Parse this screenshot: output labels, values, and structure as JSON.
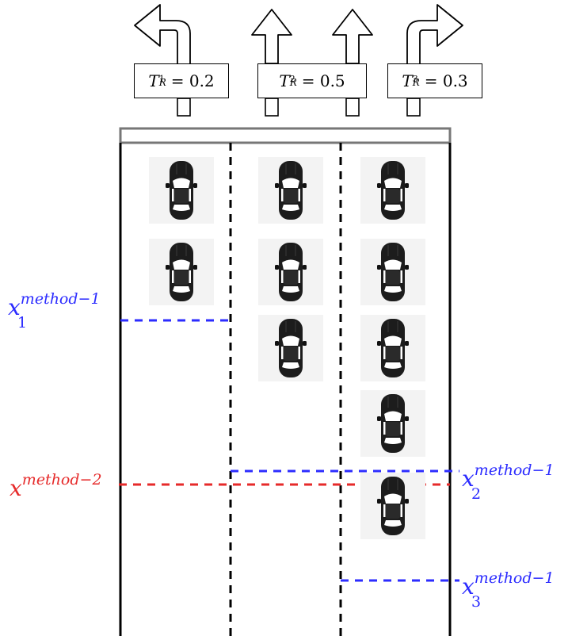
{
  "signs": [
    {
      "symbol": "T",
      "superscript": "1",
      "subscript": "R",
      "value": "= 0.2"
    },
    {
      "symbol": "T",
      "superscript": "2",
      "subscript": "R",
      "value": "= 0.5"
    },
    {
      "symbol": "T",
      "superscript": "3",
      "subscript": "R",
      "value": "= 0.3"
    }
  ],
  "arrows": [
    "left-turn-arrow-icon",
    "straight-arrow-icon",
    "straight-arrow-icon",
    "right-turn-arrow-icon"
  ],
  "labels": {
    "x1": {
      "base": "x",
      "sup": "method−1",
      "sub": "1"
    },
    "x2": {
      "base": "x",
      "sup": "method−1",
      "sub": "2"
    },
    "x3": {
      "base": "x",
      "sup": "method−1",
      "sub": "3"
    },
    "xm2": {
      "base": "x",
      "sup": "method−2",
      "sub": ""
    }
  },
  "colors": {
    "method1": "#2c2cff",
    "method2": "#e62a2a",
    "lane": "#000000",
    "stopbar": "#777777"
  },
  "cars": {
    "lane1": 2,
    "lane2": 3,
    "lane3": 5
  }
}
